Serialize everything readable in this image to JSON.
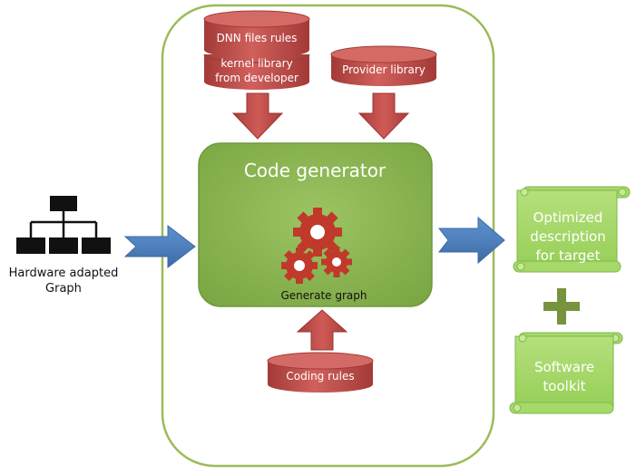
{
  "diagram": {
    "input": {
      "label_line1": "Hardware adapted",
      "label_line2": "Graph",
      "icon": "hierarchy-icon"
    },
    "code_generator": {
      "title": "Code generator",
      "subtitle": "Generate graph",
      "icon": "gears-icon"
    },
    "databases": {
      "dnn_files_rules": "DNN files rules",
      "kernel_library_line1": "kernel library",
      "kernel_library_line2": "from developer",
      "provider_library": "Provider library",
      "coding_rules": "Coding rules"
    },
    "outputs": {
      "optimized_line1": "Optimized",
      "optimized_line2": "description",
      "optimized_line3": "for target",
      "plus_icon": "plus-icon",
      "software_line1": "Software",
      "software_line2": "toolkit"
    },
    "colors": {
      "container_border": "#9bbb59",
      "generator_fill": "#8db652",
      "database_fill": "#c0504d",
      "arrow_red": "#c0504d",
      "arrow_blue": "#4f81bd",
      "scroll_fill": "#a6d96a",
      "plus_color": "#77933c"
    }
  }
}
